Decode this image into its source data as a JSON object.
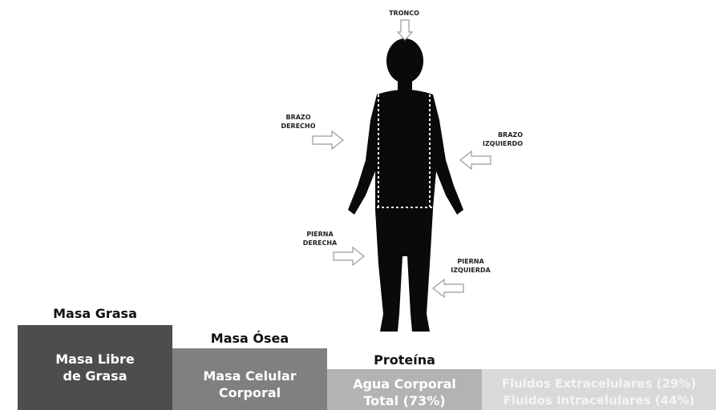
{
  "body_labels": {
    "tronco": "TRONCO",
    "brazo_derecho_1": "BRAZO",
    "brazo_derecho_2": "DERECHO",
    "brazo_izquierdo_1": "BRAZO",
    "brazo_izquierdo_2": "IZQUIERDO",
    "pierna_derecha_1": "PIERNA",
    "pierna_derecha_2": "DERECHA",
    "pierna_izquierda_1": "PIERNA",
    "pierna_izquierda_2": "IZQUIERDA"
  },
  "steps": [
    {
      "heading": "Masa Grasa",
      "line1": "Masa Libre",
      "line2": "de Grasa",
      "color": "#4d4d4d",
      "text_color": "#ffffff"
    },
    {
      "heading": "Masa Ósea",
      "line1": "Masa Celular",
      "line2": "Corporal",
      "color": "#808080",
      "text_color": "#ffffff"
    },
    {
      "heading": "Proteína",
      "line1": "Agua Corporal",
      "line2": "Total (73%)",
      "color": "#b3b3b3",
      "text_color": "#ffffff"
    },
    {
      "heading": "",
      "line1": "Fluidos Extracelulares (29%)",
      "line2": "Fluidos Intracelulares (44%)",
      "color": "#d9d9d9",
      "text_color": "#f4f4f4"
    }
  ]
}
